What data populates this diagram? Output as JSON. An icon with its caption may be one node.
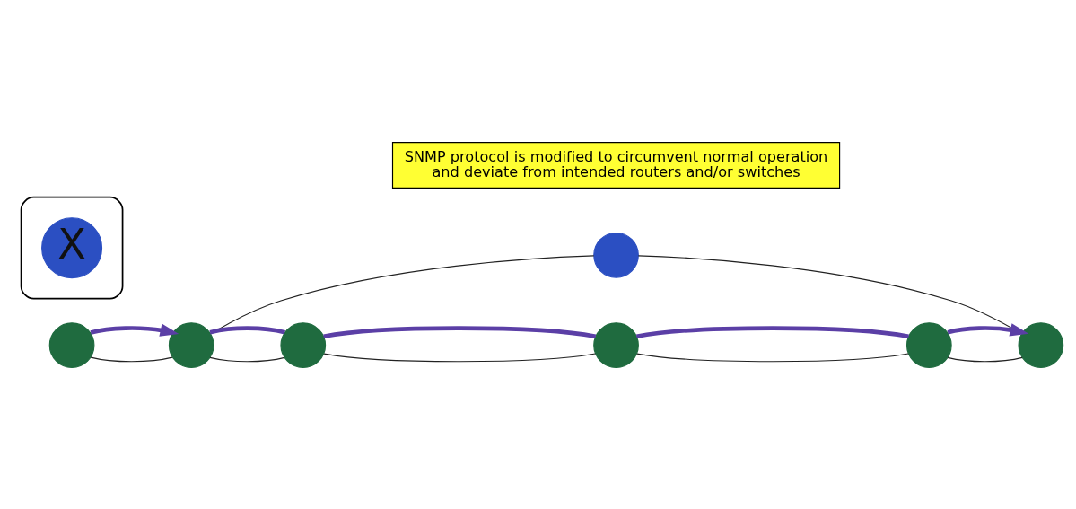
{
  "diagram": {
    "nodes": [
      {
        "text": [],
        "shape": "circle"
      },
      {
        "text": [],
        "shape": "circle"
      },
      {
        "text": [],
        "shape": "cloud"
      },
      {
        "text": [
          "X"
        ],
        "in": 2
      },
      {
        "text": [
          "SNMP protocol is modified to circumvent normal operation and deviate from intended routers and/or switches"
        ]
      },
      {
        "text": [],
        "shape": "circle"
      },
      {
        "text": [],
        "shape": "circle"
      },
      {
        "text": [],
        "shape": "circle"
      },
      {
        "text": [],
        "shape": "circle"
      },
      {
        "text": [],
        "shape": "circle"
      }
    ],
    "edges": [
      {
        "from": 0,
        "to": 1,
        "arrow": "none"
      },
      {
        "from": 0,
        "to": 1,
        "arrow": "to",
        "style": "thick",
        "color": "#5b3fa6"
      },
      {
        "from": 1,
        "to": 5,
        "arrow": "none"
      },
      {
        "from": 5,
        "to": 6,
        "arrow": "none"
      },
      {
        "from": 1,
        "to": 7,
        "arrow": "none"
      },
      {
        "from": 1,
        "to": 7,
        "arrow": "none",
        "style": "thick",
        "color": "#5b3fa6"
      },
      {
        "from": 7,
        "to": 8,
        "arrow": "none"
      },
      {
        "from": 7,
        "to": 8,
        "arrow": "none",
        "style": "thick",
        "color": "#5b3fa6"
      },
      {
        "from": 8,
        "to": 9,
        "arrow": "none"
      },
      {
        "from": 8,
        "to": 9,
        "arrow": "none",
        "style": "thick",
        "color": "#5b3fa6"
      },
      {
        "from": 9,
        "to": 6,
        "arrow": "none"
      },
      {
        "from": 9,
        "to": 6,
        "arrow": "to",
        "style": "thick",
        "color": "#5b3fa6"
      }
    ]
  }
}
